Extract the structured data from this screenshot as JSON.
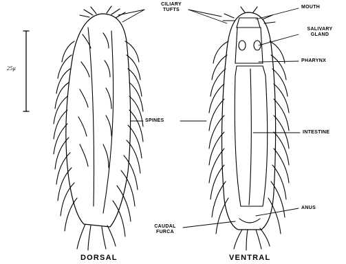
{
  "labels": {
    "ciliary_tufts": "CILIARY TUFTS",
    "mouth": "MOUTH",
    "salivary_gland": "SALIVARY GLAND",
    "pharynx": "PHARYNX",
    "spines": "SPINES",
    "intestine": "INTESTINE",
    "anus": "ANUS",
    "caudal_furca": "CAUDAL FURCA"
  },
  "views": {
    "dorsal": "DORSAL",
    "ventral": "VENTRAL"
  },
  "scale_bar": {
    "label": "25μ"
  }
}
